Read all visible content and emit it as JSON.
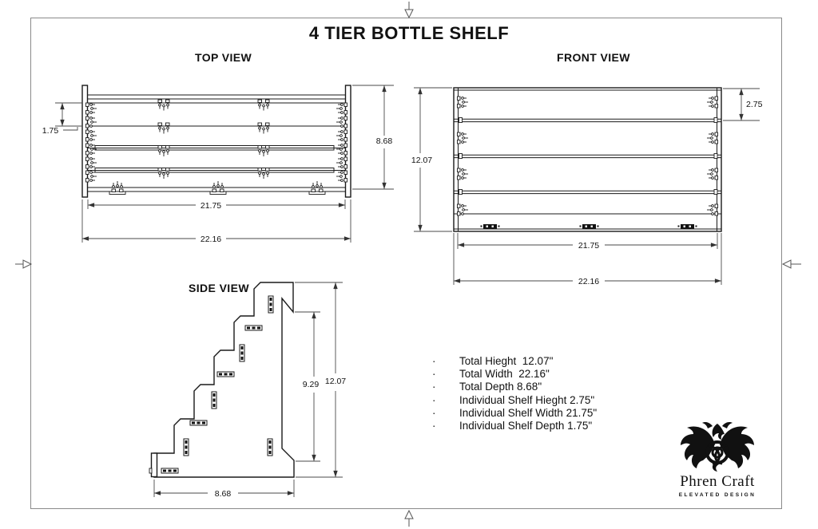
{
  "page": {
    "title": "4 TIER BOTTLE SHELF"
  },
  "views": {
    "top": {
      "label": "TOP VIEW",
      "dims": {
        "shelf_depth": "1.75",
        "total_depth": "8.68",
        "shelf_width": "21.75",
        "total_width": "22.16"
      }
    },
    "front": {
      "label": "FRONT VIEW",
      "dims": {
        "total_height": "12.07",
        "shelf_height": "2.75",
        "shelf_width": "21.75",
        "total_width": "22.16"
      }
    },
    "side": {
      "label": "SIDE VIEW",
      "dims": {
        "back_height": "9.29",
        "total_height": "12.07",
        "total_depth": "8.68"
      }
    }
  },
  "specs": {
    "bullet": "·",
    "items": [
      "Total Hieght  12.07\"",
      "Total Width  22.16\"",
      "Total Depth 8.68\"",
      "Individual Shelf Hieght 2.75\"",
      "Individual Shelf Width 21.75\"",
      "Individual Shelf Depth 1.75\""
    ]
  },
  "logo": {
    "name": "Phren Craft",
    "tagline": "ELEVATED DESIGN"
  },
  "colors": {
    "line": "#1a1a1a",
    "dim_line": "#4a4a4a",
    "border": "#8a8a8a",
    "background": "#ffffff"
  }
}
